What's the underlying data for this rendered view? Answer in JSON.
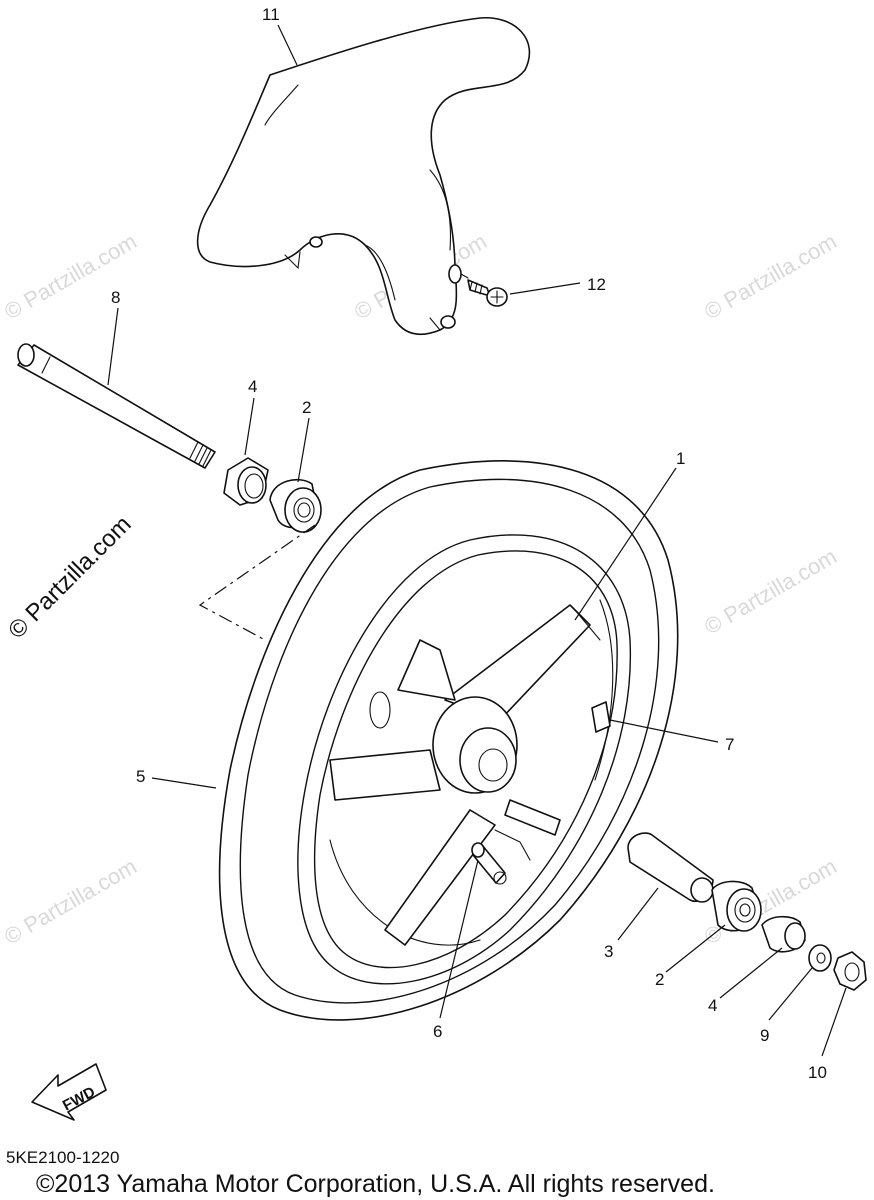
{
  "watermark": "© Partzilla.com",
  "diagram_code": "5KE2100-1220",
  "copyright": "©2013  Yamaha Motor Corporation, U.S.A. All rights reserved.",
  "fwd_label": "FWD",
  "callouts": {
    "c1": "1",
    "c2a": "2",
    "c2b": "2",
    "c3": "3",
    "c4a": "4",
    "c4b": "4",
    "c5": "5",
    "c6": "6",
    "c7": "7",
    "c8": "8",
    "c9": "9",
    "c10": "10",
    "c11": "11",
    "c12": "12"
  }
}
